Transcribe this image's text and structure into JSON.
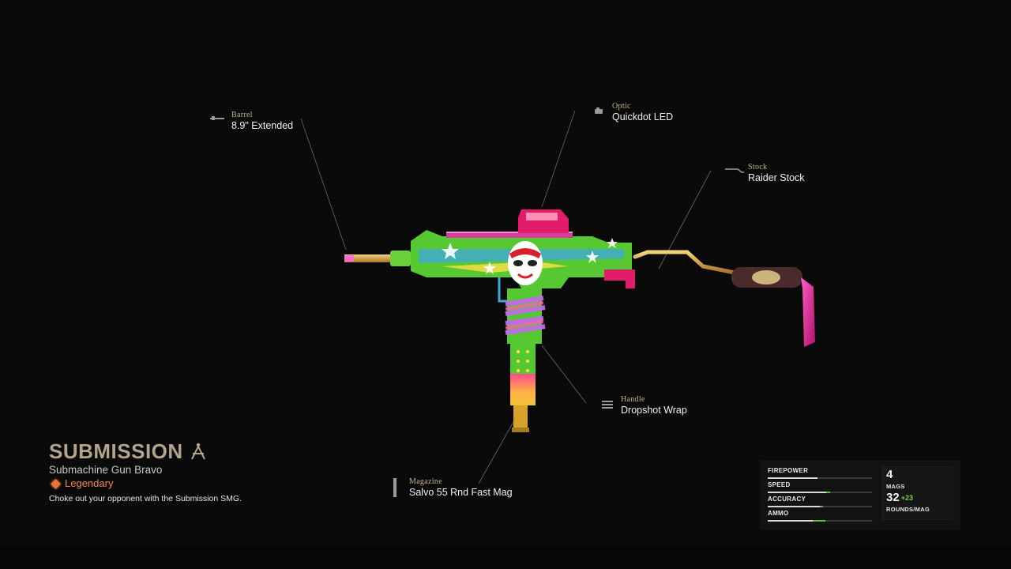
{
  "weapon": {
    "name": "SUBMISSION",
    "class": "Submachine Gun Bravo",
    "rarity": "Legendary",
    "description": "Choke out your opponent with the Submission SMG.",
    "rarity_color": "#ee8a4a",
    "name_color": "#b3a58c"
  },
  "attachments": {
    "barrel": {
      "slot": "Barrel",
      "name": "8.9\" Extended"
    },
    "optic": {
      "slot": "Optic",
      "name": "Quickdot LED"
    },
    "stock": {
      "slot": "Stock",
      "name": "Raider Stock"
    },
    "handle": {
      "slot": "Handle",
      "name": "Dropshot Wrap"
    },
    "magazine": {
      "slot": "Magazine",
      "name": "Salvo 55 Rnd Fast Mag"
    }
  },
  "stats": [
    {
      "label": "FIREPOWER",
      "value": 0.48,
      "bonus": 0
    },
    {
      "label": "SPEED",
      "value": 0.56,
      "bonus": 0.04
    },
    {
      "label": "ACCURACY",
      "value": 0.5,
      "bonus": 0.03
    },
    {
      "label": "AMMO",
      "value": 0.43,
      "bonus": 0.12
    }
  ],
  "ammo": {
    "mags": "4",
    "mags_label": "MAGS",
    "rounds": "32",
    "rounds_bonus": "+23",
    "rounds_label": "ROUNDS/MAG"
  }
}
